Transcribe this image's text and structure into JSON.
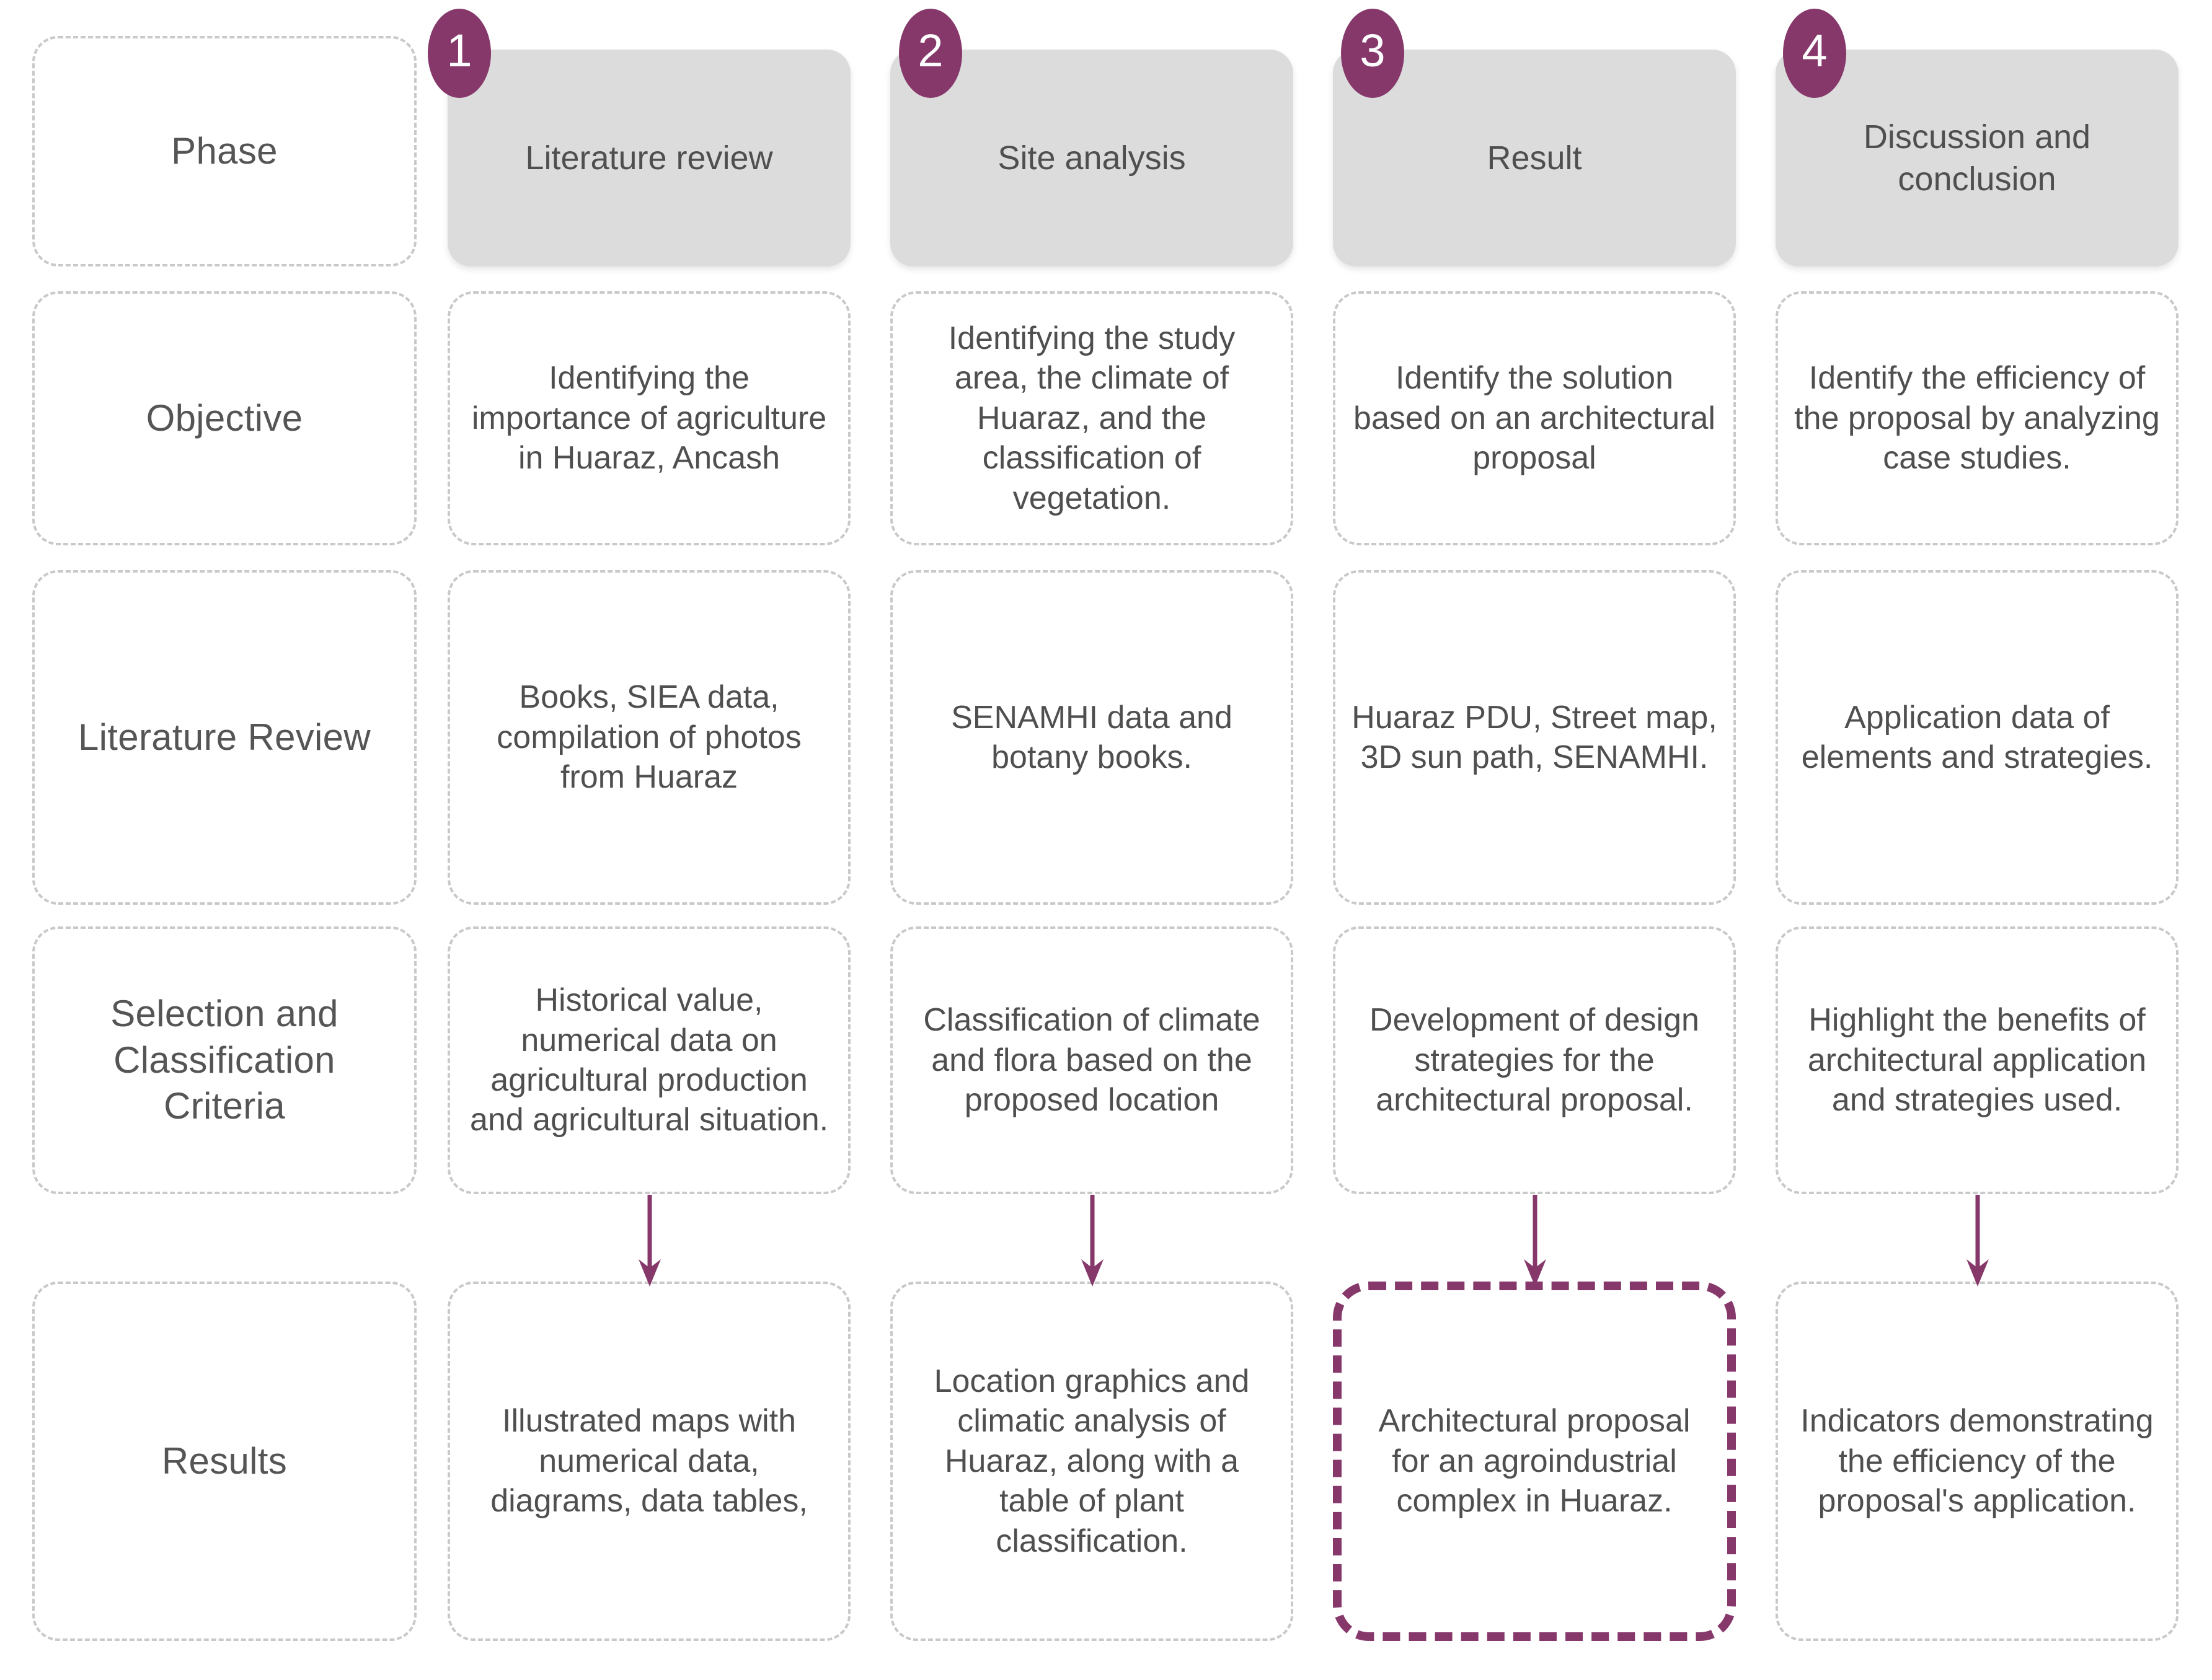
{
  "theme": {
    "accent": "#86386b",
    "header_bg": "#dcdcdc",
    "dash_border": "#c9c9c9",
    "text": "#4f4f4f"
  },
  "row_labels": [
    "Phase",
    "Objective",
    "Literature Review",
    "Selection and Classification Criteria",
    "Results"
  ],
  "phases": [
    {
      "number": "1",
      "title": "Literature review"
    },
    {
      "number": "2",
      "title": "Site analysis"
    },
    {
      "number": "3",
      "title": "Result"
    },
    {
      "number": "4",
      "title": "Discussion and conclusion"
    }
  ],
  "objective": [
    "Identifying the importance of agriculture in Huaraz, Ancash",
    "Identifying the study area, the climate of Huaraz, and the classification of vegetation.",
    "Identify the solution based on an architectural proposal",
    "Identify the efficiency of the proposal by analyzing case studies."
  ],
  "literature_review": [
    "Books, SIEA data, compilation of photos from Huaraz",
    "SENAMHI data and botany books.",
    "Huaraz PDU, Street map, 3D sun path, SENAMHI.",
    "Application data of elements and strategies."
  ],
  "selection_criteria": [
    "Historical value, numerical data on agricultural production and agricultural situation.",
    "Classification of climate and flora based on the proposed location",
    "Development of design strategies for the architectural proposal.",
    "Highlight the benefits of architectural application and strategies used."
  ],
  "results": [
    "Illustrated maps with numerical data, diagrams, data tables,",
    "Location graphics and climatic analysis of Huaraz, along with a table of plant classification.",
    "Architectural proposal for an agroindustrial complex in Huaraz.",
    "Indicators demonstrating the efficiency of the proposal's application."
  ],
  "highlighted_result_index": 2,
  "arrows": {
    "count": 4,
    "direction": "down",
    "from_row": "selection_criteria",
    "to_row": "results"
  }
}
